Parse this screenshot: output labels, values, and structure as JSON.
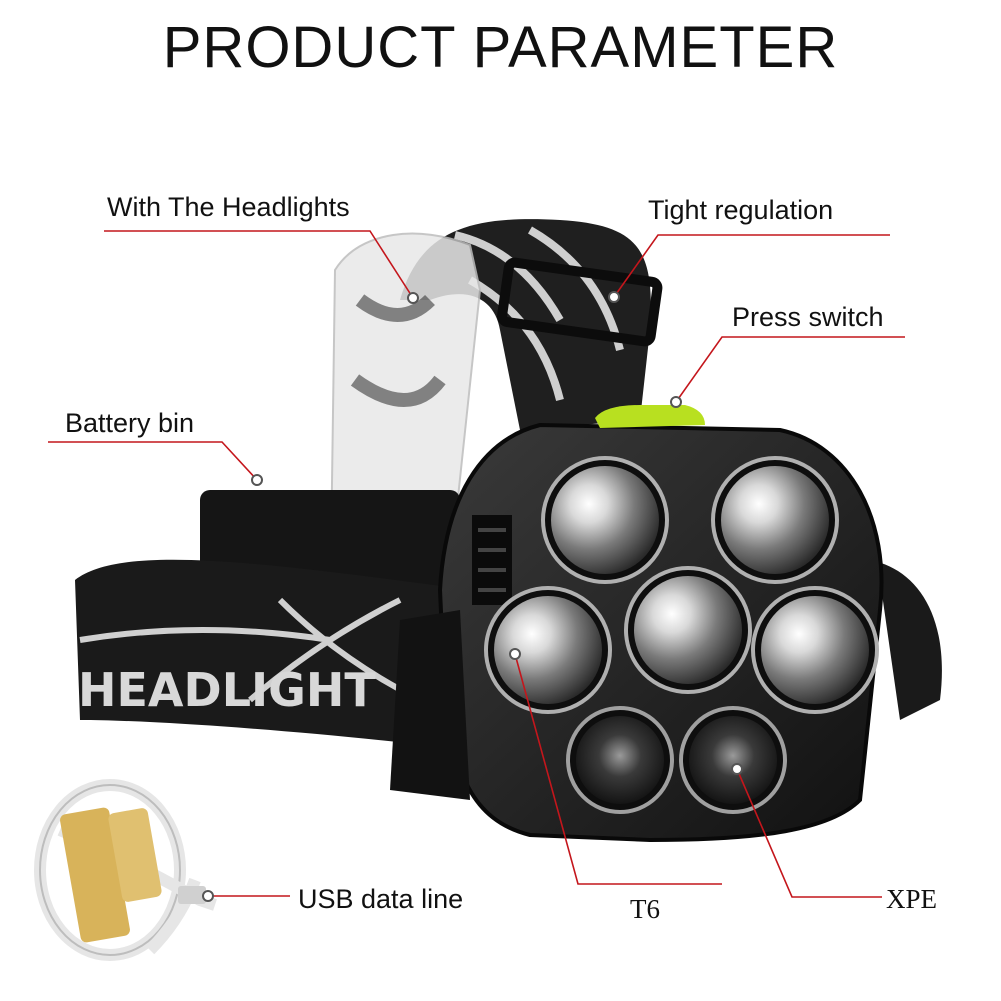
{
  "title": "PRODUCT PARAMETER",
  "labels": {
    "headlights": "With The Headlights",
    "tight": "Tight regulation",
    "press": "Press switch",
    "battery": "Battery bin",
    "usb": "USB data line",
    "t6": "T6",
    "xpe": "XPE"
  },
  "strap_text": "HEADLIGHT",
  "colors": {
    "callout_line": "#c4161c",
    "switch": "#b8e020",
    "body": "#1c1c1c"
  }
}
